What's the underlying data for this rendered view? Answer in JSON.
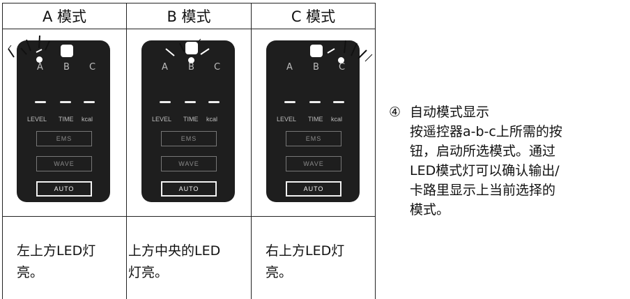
{
  "columns": [
    {
      "header": "A 模式",
      "caption": [
        "左上方LED灯",
        "亮。"
      ]
    },
    {
      "header": "B 模式",
      "caption": [
        "上方中央的LED",
        "灯亮。"
      ]
    },
    {
      "header": "C 模式",
      "caption": [
        "右上方LED灯",
        "亮。"
      ]
    }
  ],
  "device": {
    "letters": [
      "A",
      "B",
      "C"
    ],
    "labels": [
      "LEVEL",
      "TIME",
      "kcal"
    ],
    "buttons": [
      "EMS",
      "WAVE",
      "AUTO"
    ]
  },
  "note": {
    "marker": "④",
    "lines": [
      "自动模式显示",
      "按遥控器a-b-c上所需的按",
      "钮，启动所选模式。通过",
      "LED模式灯可以确认输出/",
      "卡路里显示上当前选择的",
      "模式。"
    ]
  }
}
